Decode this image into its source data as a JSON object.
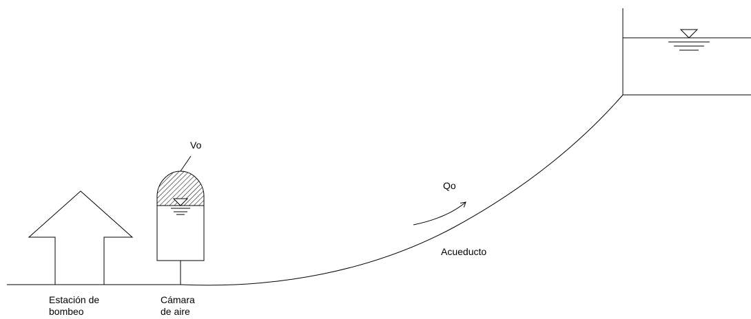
{
  "labels": {
    "station_line1": "Estación de",
    "station_line2": "bombeo",
    "chamber_line1": "Cámara",
    "chamber_line2": "de aire",
    "air_volume": "Vo",
    "flow": "Qo",
    "aqueduct": "Acueducto"
  },
  "colors": {
    "line": "#000000",
    "hatch": "#000000",
    "background": "#ffffff"
  }
}
